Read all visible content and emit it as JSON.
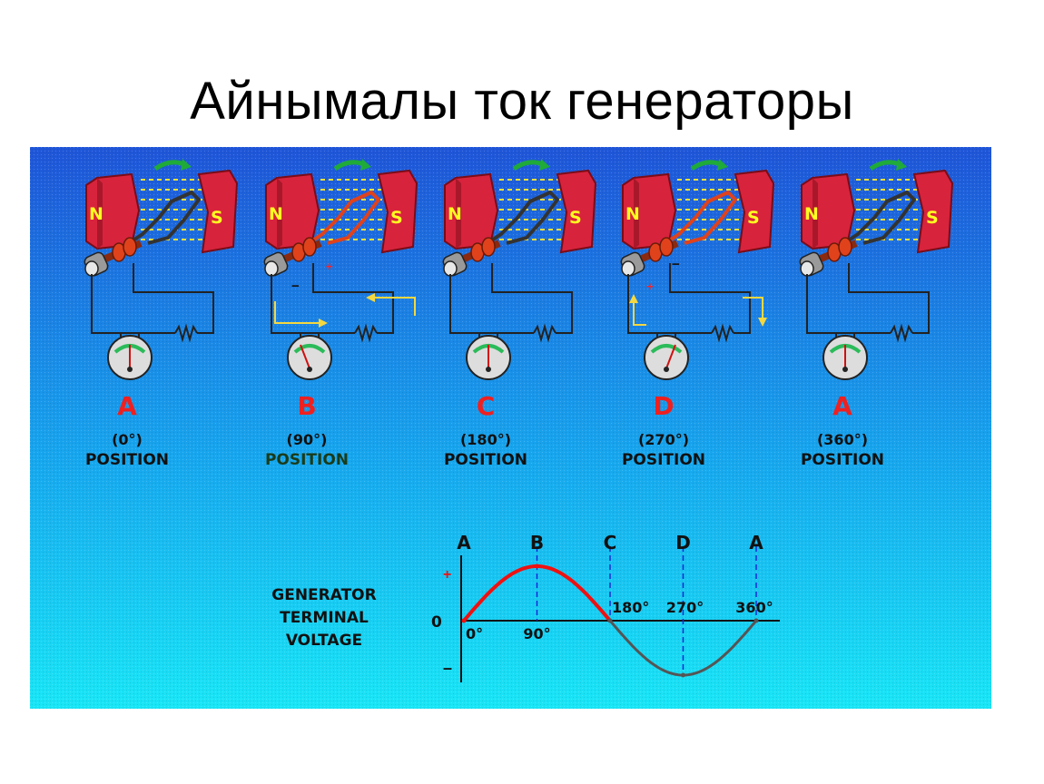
{
  "slide": {
    "title": "Айнымалы ток генераторы"
  },
  "colors": {
    "sky_top": "#1f55d8",
    "sky_bottom": "#19e6f6",
    "magnet": "#d8233c",
    "coil_lit": "#e0421c",
    "meter": "#dddddd",
    "curve_pos": "#ee1111",
    "curve_neg": "#555555",
    "arrow": "#f5d840",
    "pole_letter": "#ffff20",
    "stage_letter": "#ee2020"
  },
  "stages": [
    {
      "letter": "A",
      "angle": "(0°)",
      "label": "POSITION"
    },
    {
      "letter": "B",
      "angle": "(90°)",
      "label": "POSITION"
    },
    {
      "letter": "C",
      "angle": "(180°)",
      "label": "POSITION"
    },
    {
      "letter": "D",
      "angle": "(270°)",
      "label": "POSITION"
    },
    {
      "letter": "A",
      "angle": "(360°)",
      "label": "POSITION"
    }
  ],
  "poles": {
    "north": "N",
    "south": "S"
  },
  "polarity": {
    "plus": "+",
    "minus": "−"
  },
  "graph": {
    "label_lines": [
      "GENERATOR",
      "TERMINAL",
      "VOLTAGE"
    ],
    "y_plus": "+",
    "y_zero": "0",
    "y_minus": "–",
    "point_letters": [
      "A",
      "B",
      "C",
      "D",
      "A"
    ],
    "angle_labels": [
      "0°",
      "90°",
      "180°",
      "270°",
      "360°"
    ]
  },
  "chart_data": {
    "type": "line",
    "x": [
      0,
      90,
      180,
      270,
      360
    ],
    "series": [
      {
        "values": [
          0,
          1,
          0,
          -1,
          0
        ]
      }
    ]
  }
}
